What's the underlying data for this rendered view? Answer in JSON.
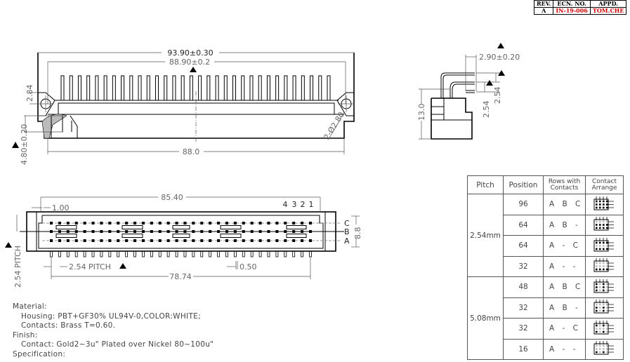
{
  "revision_block": {
    "headers": [
      "REV.",
      "ECN. NO.",
      "APPD."
    ],
    "row": {
      "rev": "A",
      "ecn": "IN-19-006",
      "appd": "TOM.CHE"
    }
  },
  "front_view": {
    "overall_length": "93.90±0.30",
    "hole_spacing": "88.90±0.2",
    "body_length": "88.0",
    "flange_height": "2.84",
    "pin_offset": "4.80±0.20",
    "hole_callout": "2-Ø2.80"
  },
  "side_view": {
    "pin_projection": "2.90±0.20",
    "row_pitch_1": "2.54",
    "row_pitch_2": "2.54",
    "height": "13.0"
  },
  "bottom_view": {
    "length": "85.40",
    "edge_offset": "1.00",
    "pin_numbers": [
      "4",
      "3",
      "2",
      "1"
    ],
    "row_labels": [
      "C",
      "B",
      "A"
    ],
    "width": "8.8",
    "pitch_horizontal": "2.54 PITCH",
    "pitch_vertical": "2.54 PITCH",
    "pin_width": "0.50",
    "pin_span": "78.74"
  },
  "notes": {
    "material_title": "Material:",
    "housing": "Housing: PBT+GF30% UL94V-0,COLOR:WHITE;",
    "contacts": "Contacts:   Brass T=0.60.",
    "finish_title": "Finish:",
    "contact_finish": "Contact: Gold2~3u\" Plated over Nickel 80~100u\"",
    "specification_title": "Specification:"
  },
  "spec_table": {
    "headers": [
      "Pitch",
      "Position",
      "Rows with Contacts",
      "Contact Arrange"
    ],
    "groups": [
      {
        "pitch": "2.54mm",
        "rows": [
          {
            "position": "96",
            "rows": "A B C"
          },
          {
            "position": "64",
            "rows": "A B -"
          },
          {
            "position": "64",
            "rows": "A - C"
          },
          {
            "position": "32",
            "rows": "A - -"
          }
        ]
      },
      {
        "pitch": "5.08mm",
        "rows": [
          {
            "position": "48",
            "rows": "A B C"
          },
          {
            "position": "32",
            "rows": "A B -"
          },
          {
            "position": "32",
            "rows": "A - C"
          },
          {
            "position": "16",
            "rows": "A - -"
          }
        ]
      }
    ]
  }
}
